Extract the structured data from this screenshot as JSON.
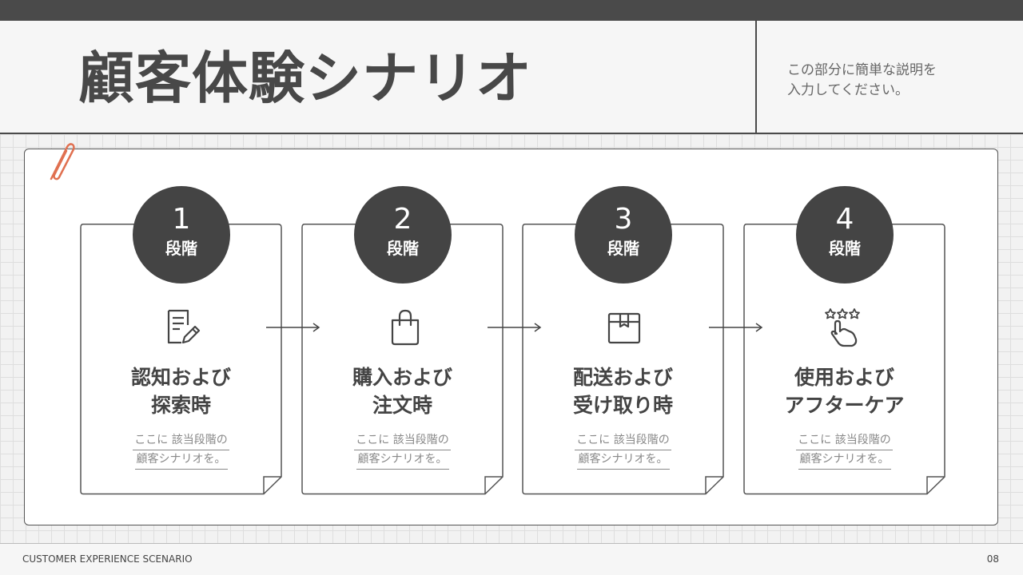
{
  "header": {
    "title": "顧客体験シナリオ",
    "description_line1": "この部分に簡単な説明を",
    "description_line2": "入力してください。"
  },
  "stages": [
    {
      "number": "1",
      "label": "段階",
      "icon": "document-edit-icon",
      "title_line1": "認知および",
      "title_line2": "探索時",
      "note_line1": "ここに 該当段階の",
      "note_line2": "顧客シナリオを。"
    },
    {
      "number": "2",
      "label": "段階",
      "icon": "shopping-bag-icon",
      "title_line1": "購入および",
      "title_line2": "注文時",
      "note_line1": "ここに 該当段階の",
      "note_line2": "顧客シナリオを。"
    },
    {
      "number": "3",
      "label": "段階",
      "icon": "package-box-icon",
      "title_line1": "配送および",
      "title_line2": "受け取り時",
      "note_line1": "ここに 該当段階の",
      "note_line2": "顧客シナリオを。"
    },
    {
      "number": "4",
      "label": "段階",
      "icon": "rating-hand-icon",
      "title_line1": "使用および",
      "title_line2": "アフターケア",
      "note_line1": "ここに 該当段階の",
      "note_line2": "顧客シナリオを。"
    }
  ],
  "footer": {
    "caption": "CUSTOMER EXPERIENCE SCENARIO",
    "page": "08"
  },
  "colors": {
    "dark": "#444444",
    "accent_paperclip": "#e07050",
    "grid": "#dedede"
  }
}
